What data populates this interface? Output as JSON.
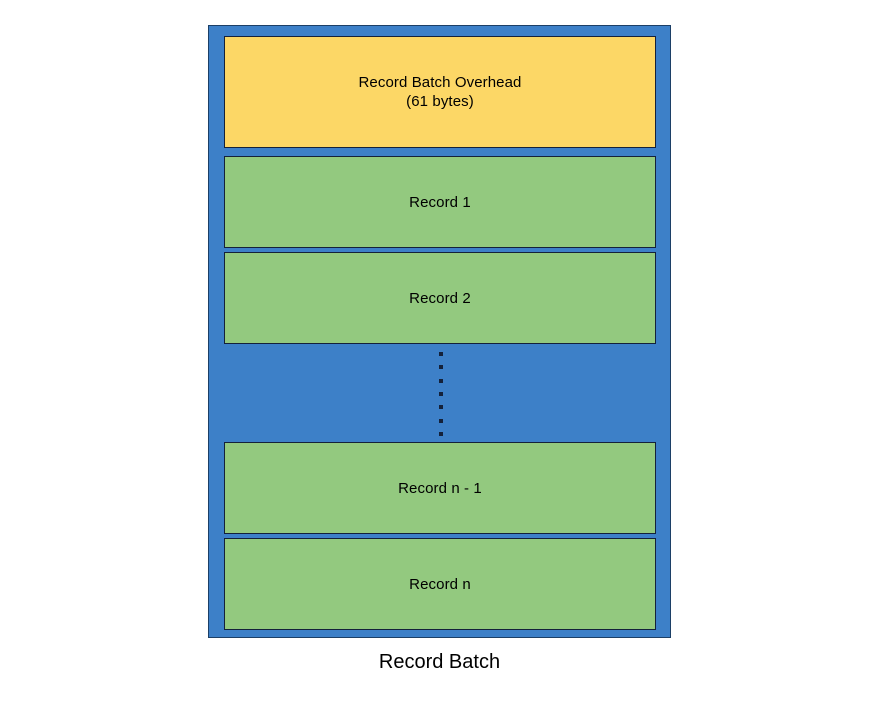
{
  "diagram": {
    "type": "block-stack",
    "caption": "Record Batch",
    "colors": {
      "container_fill": "#3d80c8",
      "container_stroke": "#1c3f66",
      "overhead_fill": "#fcd766",
      "record_fill": "#93c97f",
      "block_stroke": "#14213a",
      "text": "#000000",
      "page_background": "#ffffff"
    },
    "container": {
      "name": "record-batch-container",
      "label": "Record Batch"
    },
    "blocks": [
      {
        "id": "record-batch-overhead",
        "label": "Record Batch Overhead\n(61 bytes)",
        "line1": "Record Batch Overhead",
        "line2": "(61 bytes)",
        "fill": "#fcd766",
        "kind": "overhead",
        "size_bytes": 61
      },
      {
        "id": "record-1",
        "label": "Record 1",
        "fill": "#93c97f",
        "kind": "record"
      },
      {
        "id": "record-2",
        "label": "Record 2",
        "fill": "#93c97f",
        "kind": "record"
      },
      {
        "id": "record-n-minus-1",
        "label": "Record n - 1",
        "fill": "#93c97f",
        "kind": "record"
      },
      {
        "id": "record-n",
        "label": "Record n",
        "fill": "#93c97f",
        "kind": "record"
      }
    ],
    "ellipsis": {
      "id": "vertical-ellipsis",
      "orientation": "vertical",
      "dot_count": 7,
      "meaning": "additional records omitted"
    }
  }
}
